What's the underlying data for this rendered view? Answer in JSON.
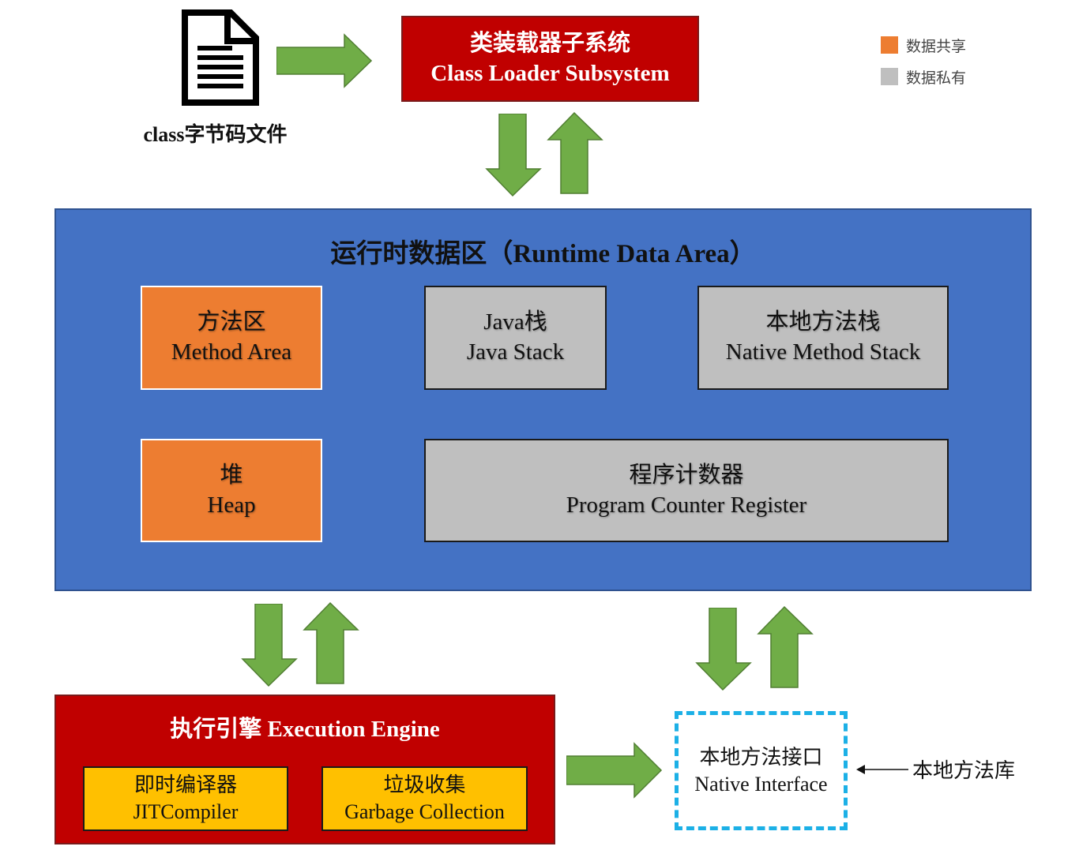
{
  "class_file": {
    "label": "class字节码文件"
  },
  "class_loader": {
    "title_cn": "类装载器子系统",
    "title_en": "Class Loader Subsystem"
  },
  "legend": [
    {
      "label": "数据共享",
      "color": "#ed7d31"
    },
    {
      "label": "数据私有",
      "color": "#bfbfbf"
    }
  ],
  "runtime_area": {
    "title": "运行时数据区（Runtime Data Area）",
    "method_area": {
      "cn": "方法区",
      "en": "Method Area"
    },
    "java_stack": {
      "cn": "Java栈",
      "en": "Java Stack"
    },
    "native_stack": {
      "cn": "本地方法栈",
      "en": "Native Method Stack"
    },
    "heap": {
      "cn": "堆",
      "en": "Heap"
    },
    "pc_register": {
      "cn": "程序计数器",
      "en": "Program Counter Register"
    }
  },
  "execution_engine": {
    "title": "执行引擎 Execution Engine",
    "jit": {
      "cn": "即时编译器",
      "en": "JITCompiler"
    },
    "gc": {
      "cn": "垃圾收集",
      "en": "Garbage Collection"
    }
  },
  "native_interface": {
    "cn": "本地方法接口",
    "en": "Native Interface"
  },
  "native_library": {
    "label": "本地方法库"
  }
}
